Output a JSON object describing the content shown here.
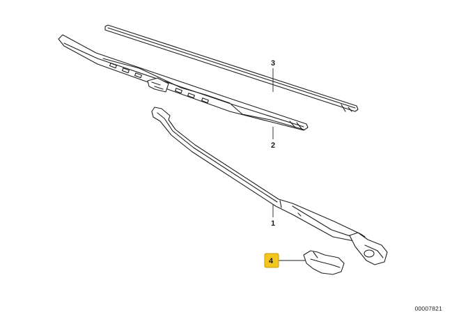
{
  "callouts": [
    {
      "number": "1",
      "highlighted": false
    },
    {
      "number": "2",
      "highlighted": false
    },
    {
      "number": "3",
      "highlighted": false
    },
    {
      "number": "4",
      "highlighted": true
    }
  ],
  "diagram_code": "00007821",
  "colors": {
    "line": "#1e1e1e",
    "highlight": "#f2c61f"
  }
}
